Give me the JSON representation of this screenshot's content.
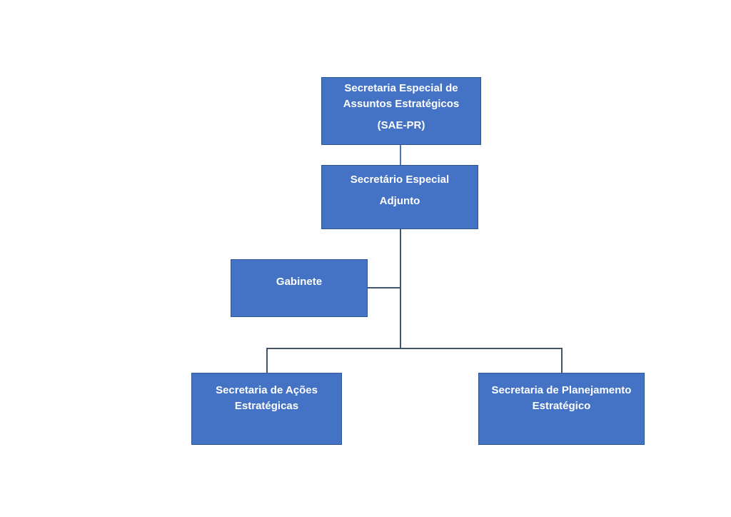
{
  "diagram": {
    "type": "org-chart",
    "language": "pt-BR",
    "nodes": [
      {
        "id": "sae-pr",
        "lines": [
          "Secretaria Especial de",
          "Assuntos Estratégicos",
          "(SAE-PR)"
        ],
        "parent": null
      },
      {
        "id": "secretario-especial-adjunto",
        "lines": [
          "Secretário Especial",
          "Adjunto"
        ],
        "parent": "sae-pr"
      },
      {
        "id": "gabinete",
        "lines": [
          "Gabinete"
        ],
        "parent": "secretario-especial-adjunto"
      },
      {
        "id": "secretaria-acoes-estrategicas",
        "lines": [
          "Secretaria de Ações",
          "Estratégicas"
        ],
        "parent": "secretario-especial-adjunto"
      },
      {
        "id": "secretaria-planejamento-estrategico",
        "lines": [
          "Secretaria de Planejamento",
          "Estratégico"
        ],
        "parent": "secretario-especial-adjunto"
      }
    ]
  },
  "colors": {
    "box_fill": "#4472C4",
    "box_border": "#2F5597",
    "connector": "#44546A",
    "connector_top": "#4E74B8",
    "text": "#FFFFFF",
    "page_bg": "#FFFFFF"
  }
}
